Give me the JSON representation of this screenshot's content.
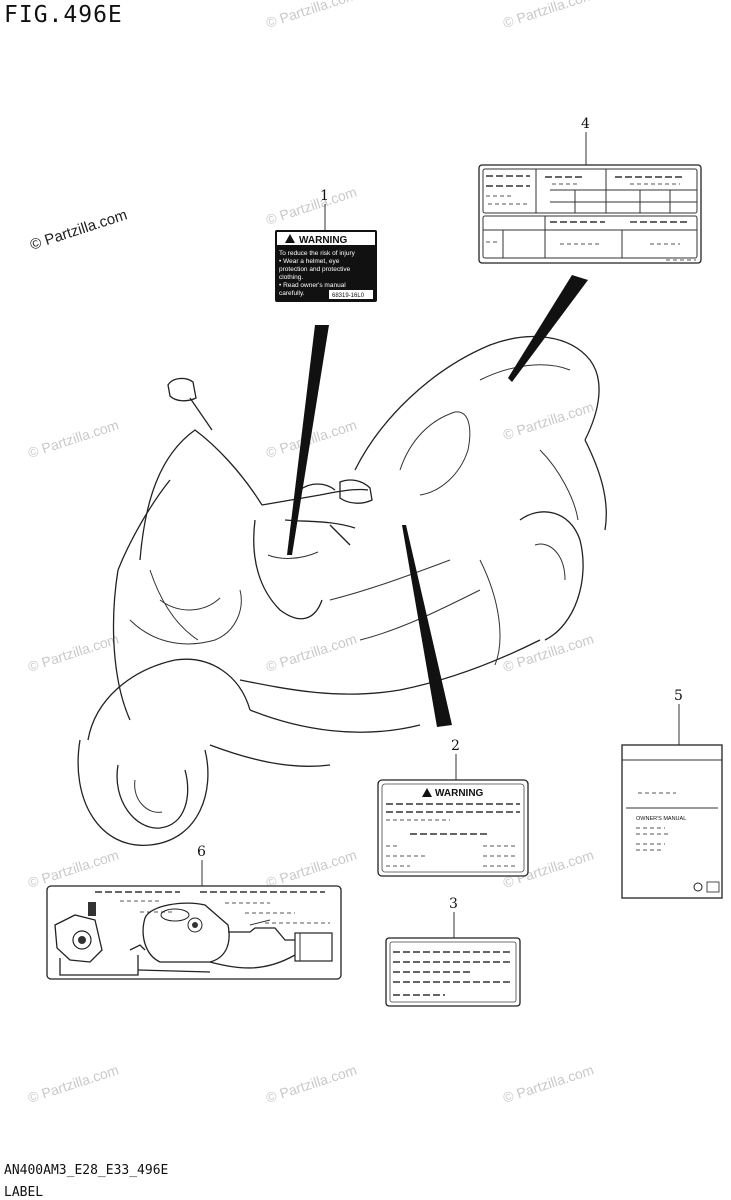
{
  "figure": {
    "title": "FIG.496E",
    "code": "AN400AM3_E28_E33_496E",
    "name": "LABEL"
  },
  "watermark": {
    "main_text": "© Partzilla.com",
    "repeat_text": "© Partzilla.com"
  },
  "callouts": [
    "1",
    "2",
    "3",
    "4",
    "5",
    "6"
  ],
  "label_1": {
    "heading": "WARNING",
    "lines": [
      "To reduce the risk of injury",
      "• Wear a helmet, eye",
      "  protection and protective",
      "  clothing.",
      "• Read owner's manual",
      "  carefully."
    ],
    "part_code": "68319-16L0"
  },
  "label_2": {
    "heading": "WARNING"
  },
  "label_5": {
    "title": "OWNER'S MANUAL"
  },
  "colors": {
    "ink": "#111111",
    "watermark": "#c9c9c9"
  }
}
